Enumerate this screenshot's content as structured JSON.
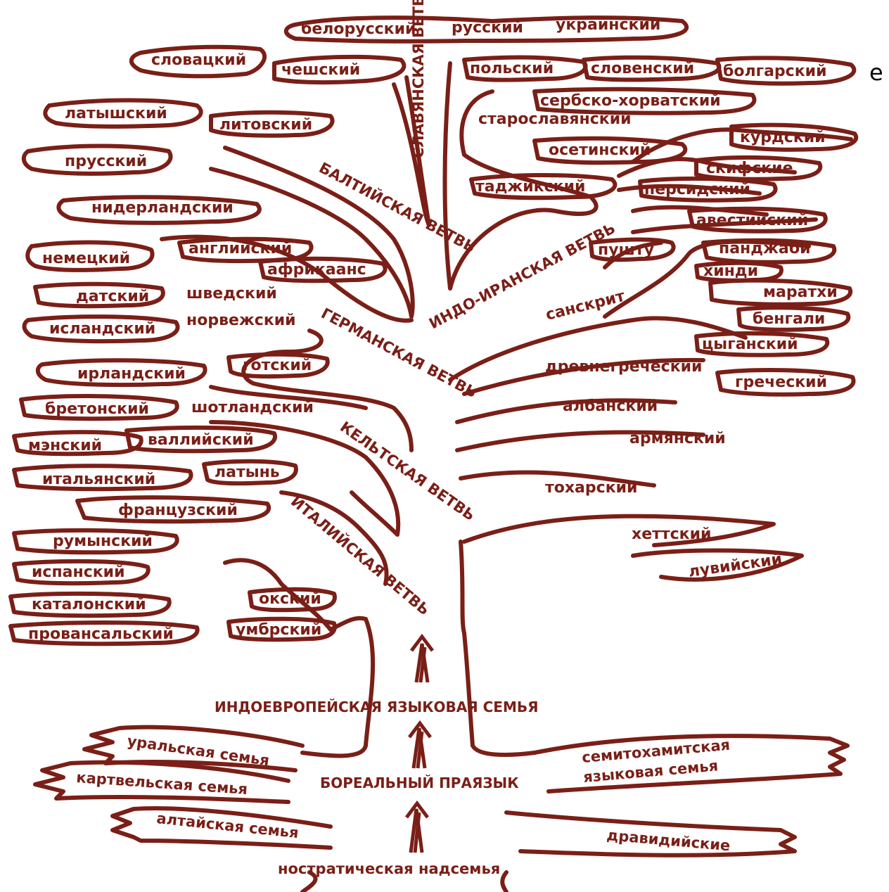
{
  "corner_text": "е",
  "branches": {
    "slavic": "СЛАВЯНСКАЯ ВЕТВЬ",
    "baltic": "БАЛТИЙСКАЯ ВЕТВЬ",
    "germanic": "ГЕРМАНСКАЯ ВЕТВЬ",
    "celtic": "КЕЛЬТСКАЯ ВЕТВЬ",
    "italic": "ИТАЛИЙСКАЯ ВЕТВЬ",
    "indo_iranian": "ИНДО-ИРАНСКАЯ ВЕТВЬ"
  },
  "languages": {
    "belarusian": "белорусский",
    "russian": "русский",
    "ukrainian": "украинский",
    "slovak": "словацкий",
    "czech": "чешский",
    "polish": "польский",
    "slovenian": "словенский",
    "bulgarian": "болгарский",
    "serbo_croatian": "сербско-хорватский",
    "old_slavonic": "старославянский",
    "latvian": "латышский",
    "lithuanian": "литовский",
    "prussian": "прусский",
    "ossetian": "осетинский",
    "kurdish": "курдский",
    "scythian": "скифские",
    "tajik": "таджикский",
    "persian": "персидский",
    "avestan": "авестийский",
    "pashto": "пушту",
    "punjabi": "панджаби",
    "hindi": "хинди",
    "marathi": "маратхи",
    "bengali": "бенгали",
    "sanskrit": "санскрит",
    "romani": "цыганский",
    "dutch": "нидерландский",
    "german": "немецкий",
    "english": "английский",
    "afrikaans": "африкаанс",
    "danish": "датский",
    "swedish": "шведский",
    "icelandic": "исландский",
    "norwegian": "норвежский",
    "gothic": "готский",
    "irish": "ирландский",
    "breton": "бретонский",
    "scottish": "шотландский",
    "manx": "мэнский",
    "welsh": "валлийский",
    "italian": "итальянский",
    "latin": "латынь",
    "french": "французский",
    "romanian": "румынский",
    "spanish": "испанский",
    "catalan": "каталонский",
    "provencal": "провансальский",
    "oscan": "окский",
    "umbrian": "умбрский",
    "ancient_greek": "древнегреческий",
    "greek": "греческий",
    "albanian": "албанский",
    "armenian": "армянский",
    "tocharian": "тохарский",
    "hittite": "хеттский",
    "luwian": "лувийский"
  },
  "trunk": {
    "indo_european": "ИНДОЕВРОПЕЙСКАЯ ЯЗЫКОВАЯ СЕМЬЯ",
    "boreal": "БОРЕАЛЬНЫЙ ПРАЯЗЫК",
    "nostratic": "ностратическая надсемья"
  },
  "families": {
    "uralic": "уральская семья",
    "kartvelian": "картвельская семья",
    "altaic": "алтайская семья",
    "semito_hamitic_1": "семитохамитская",
    "semito_hamitic_2": "языковая семья",
    "dravidian": "дравидийские"
  },
  "colors": {
    "ink": "#7a1f17",
    "background": "#ffffff"
  }
}
